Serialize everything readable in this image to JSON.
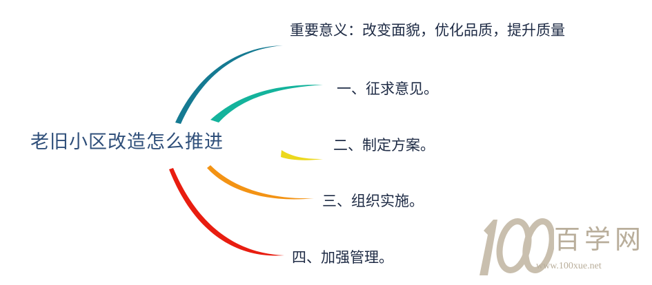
{
  "mindmap": {
    "center": "老旧小区改造怎么推进",
    "branches": [
      {
        "label": "重要意义：改变面貌，优化品质，提升质量",
        "color": "#157a92"
      },
      {
        "label": "一、征求意见。",
        "color": "#14b39c"
      },
      {
        "label": "二、制定方案。",
        "color": "#ecd81c"
      },
      {
        "label": "三、组织实施。",
        "color": "#f39314"
      },
      {
        "label": "四、加强管理。",
        "color": "#e81d10"
      }
    ]
  },
  "watermark": {
    "digits": "100",
    "title": "百学网",
    "url": "www.100xue.net"
  }
}
